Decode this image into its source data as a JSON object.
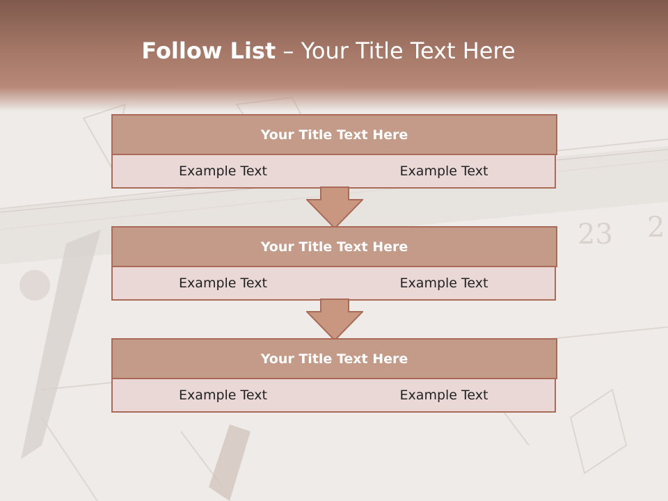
{
  "slide": {
    "title_bold": "Follow List",
    "title_rest": " – Your Title Text Here"
  },
  "blocks": [
    {
      "title": "Your Title Text Here",
      "cells": [
        "Example Text",
        "Example Text"
      ]
    },
    {
      "title": "Your Title Text Here",
      "cells": [
        "Example Text",
        "Example Text"
      ]
    },
    {
      "title": "Your Title Text Here",
      "cells": [
        "Example Text",
        "Example Text"
      ]
    }
  ],
  "colors": {
    "header_top": "#7f5a4d",
    "title_box_fill": "#c49a88",
    "cell_fill": "#e9d8d6",
    "border": "#a96a57",
    "arrow_fill": "#c9967f"
  }
}
